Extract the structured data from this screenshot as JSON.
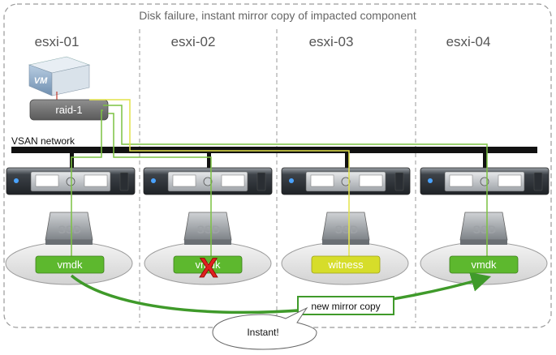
{
  "diagram": {
    "title": "Disk failure, instant mirror copy of impacted component",
    "hosts": [
      {
        "name": "esxi-01",
        "disk_label": "vmdk",
        "disk_state": "ok",
        "ssd_label": "SSD"
      },
      {
        "name": "esxi-02",
        "disk_label": "vmdk",
        "disk_state": "failed",
        "ssd_label": "SSD"
      },
      {
        "name": "esxi-03",
        "disk_label": "witness",
        "disk_state": "witness",
        "ssd_label": "SSD"
      },
      {
        "name": "esxi-04",
        "disk_label": "vmdk",
        "disk_state": "new",
        "ssd_label": "SSD"
      }
    ],
    "vm_label": "VM",
    "raid_label": "raid-1",
    "network_label": "VSAN network",
    "callout_label": "new mirror copy",
    "bubble_label": "Instant!",
    "failure_mark": "X"
  },
  "colors": {
    "border": "#9a9a9a",
    "host_name": "#555555",
    "network_bar": "#111111",
    "green_line": "#7cc242",
    "yellow_line": "#e3e34a",
    "vmdk_fill": "#5db82e",
    "witness_fill": "#d6dd2a",
    "failure_red": "#e02020",
    "arrow_green": "#3f9a2a"
  }
}
